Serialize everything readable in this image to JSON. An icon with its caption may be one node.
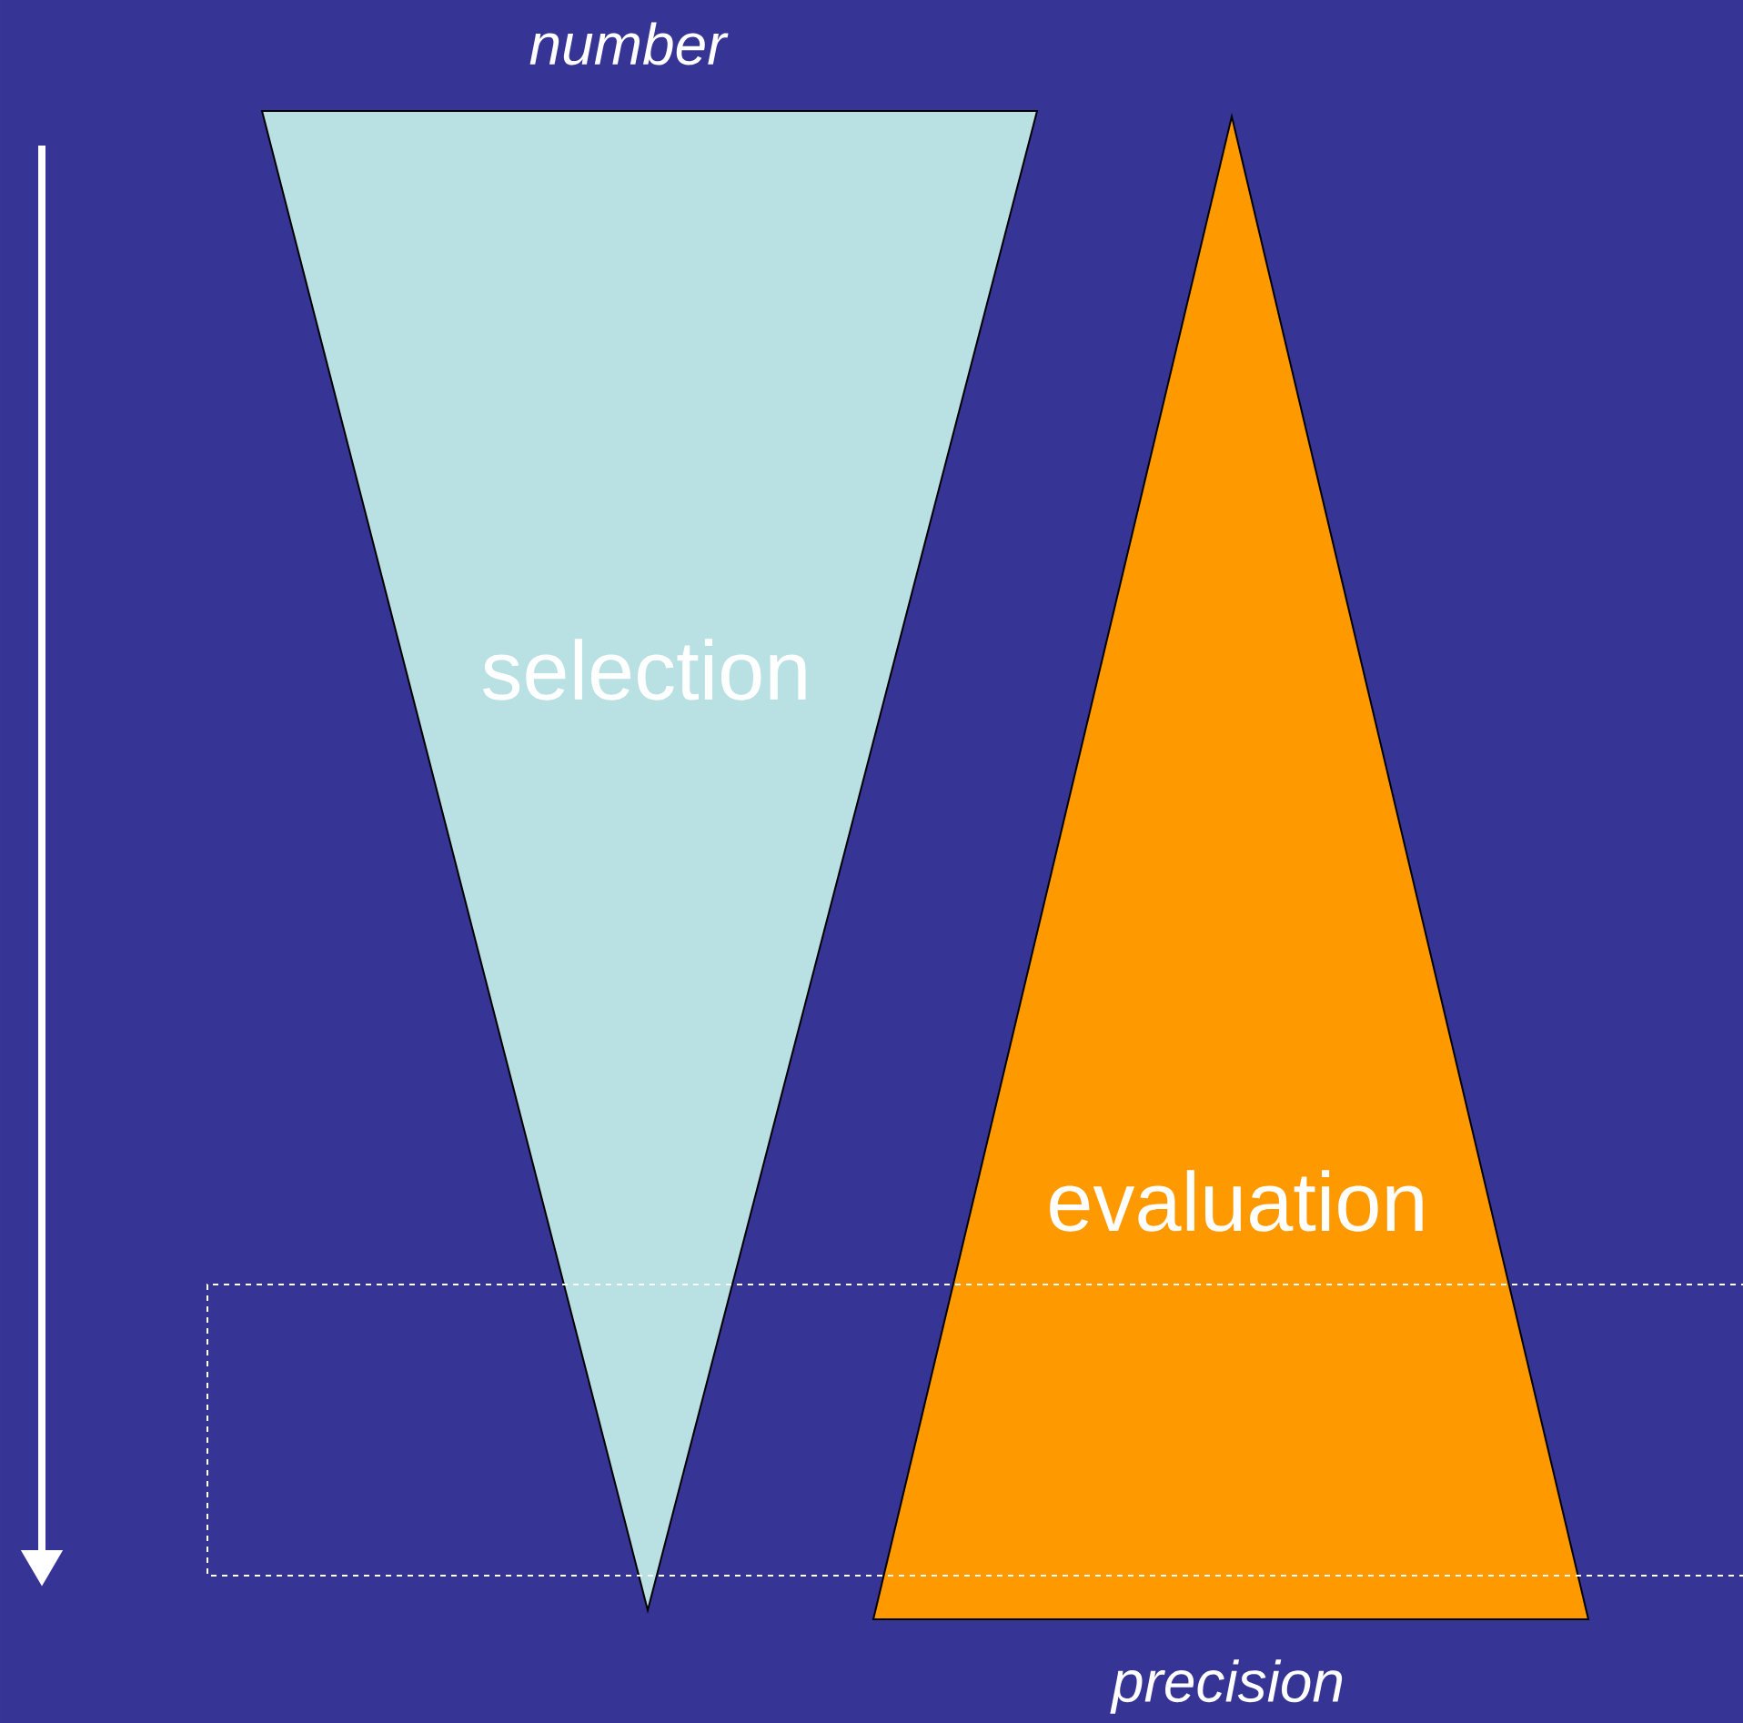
{
  "diagram": {
    "nodes": [
      {
        "text": [
          "selection"
        ],
        "beside": [
          "number"
        ]
      },
      {
        "text": [
          "evaluation"
        ],
        "beside": [
          "precision"
        ]
      }
    ]
  }
}
